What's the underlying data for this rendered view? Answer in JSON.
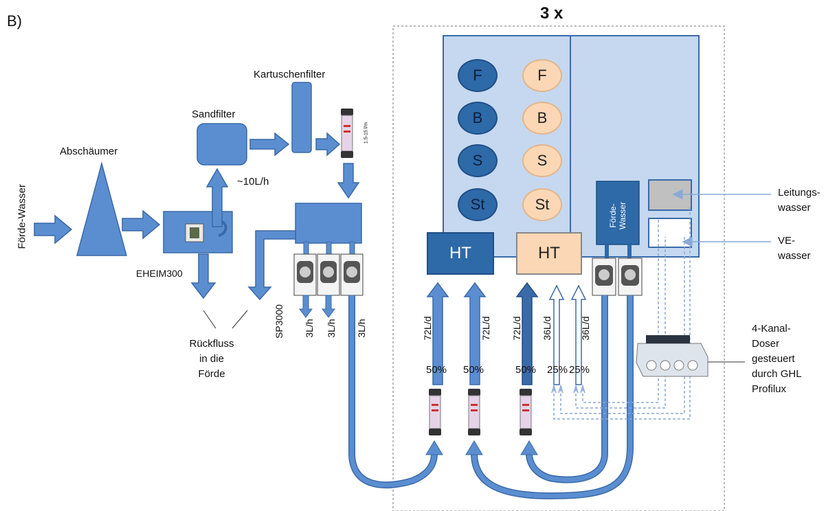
{
  "panel_label": "B)",
  "multiplier": "3 x",
  "labels": {
    "foerde_wasser": "Förde-Wasser",
    "abschaeumer": "Abschäumer",
    "sandfilter": "Sandfilter",
    "kartuschenfilter": "Kartuschenfilter",
    "flow_10": "~10L/h",
    "eheim": "EHEIM300",
    "sp3000": "SP3000",
    "flow_3a": "3L/h",
    "flow_3b": "3L/h",
    "flow_3c": "3L/h",
    "rueckfluss_1": "Rückfluss",
    "rueckfluss_2": "in die",
    "rueckfluss_3": "Förde",
    "flowmeter_scale": "1.5-15 l/m"
  },
  "tank": {
    "circles_left": [
      "F",
      "B",
      "S",
      "St"
    ],
    "circles_right": [
      "F",
      "B",
      "S",
      "St"
    ],
    "foerde_box": "Förde-\nWasser"
  },
  "heaters": {
    "left": "HT",
    "right": "HT"
  },
  "flows": {
    "f1": "72L/d",
    "f2": "72L/d",
    "f3": "72L/d",
    "f4": "36L/d",
    "f5": "36L/d"
  },
  "percents": {
    "p1": "50%",
    "p2": "50%",
    "p3": "50%",
    "p4": "25%",
    "p5": "25%"
  },
  "right_labels": {
    "leitung_1": "Leitungs-",
    "leitung_2": "wasser",
    "ve_1": "VE-",
    "ve_2": "wasser",
    "doser_1": "4-Kanal-",
    "doser_2": "Doser",
    "doser_3": "gesteuert",
    "doser_4": "durch GHL",
    "doser_5": "Profilux"
  },
  "colors": {
    "blue_fill": "#5b8ed0",
    "blue_stroke": "#3a6aa8",
    "tank_fill": "#c5d8f0",
    "dark_blue": "#2e69a8",
    "peach": "#fbd7b5",
    "grey_box": "#c0c0c0"
  }
}
